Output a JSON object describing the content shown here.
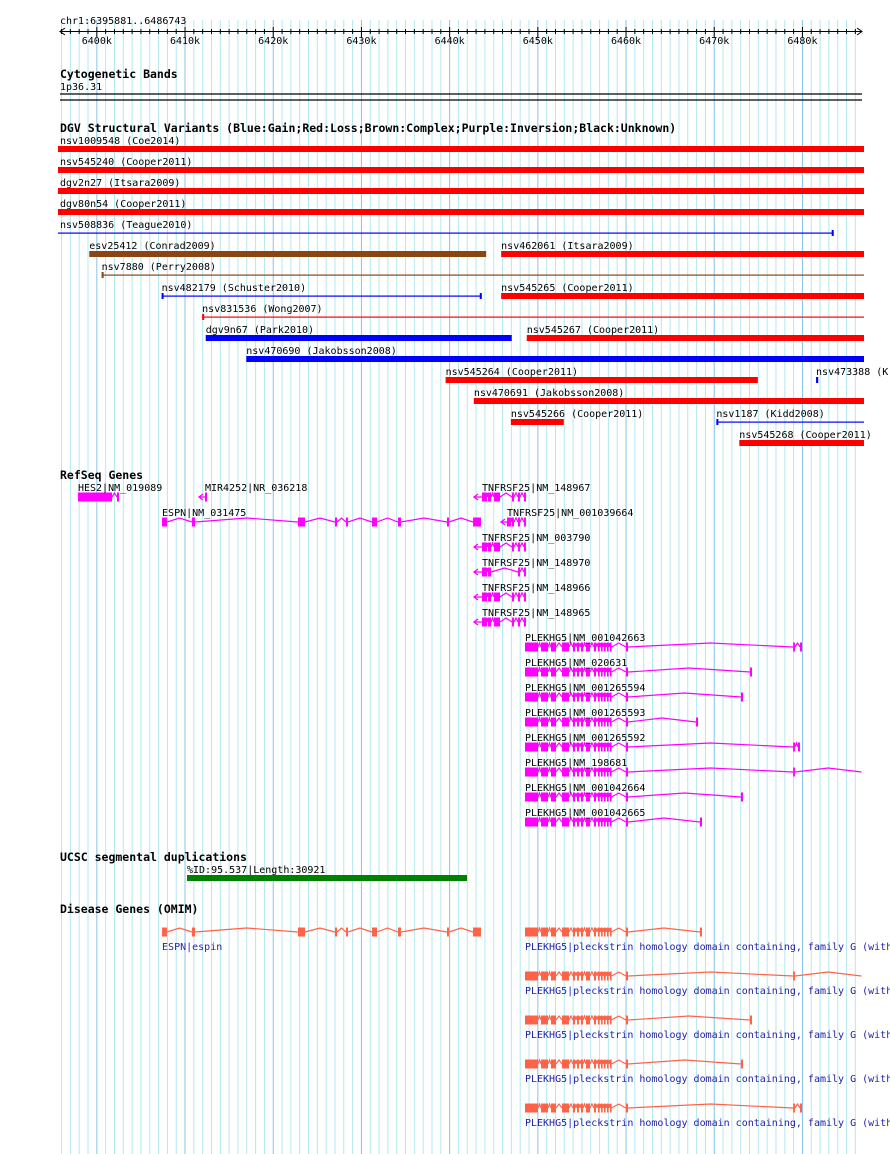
{
  "view": {
    "locus": "chr1:6395881..6486743",
    "start_kb": 6395.881,
    "end_kb": 6486.743
  },
  "ruler": {
    "tick_labels": [
      "6400k",
      "6410k",
      "6420k",
      "6430k",
      "6440k",
      "6450k",
      "6460k",
      "6470k",
      "6480k"
    ]
  },
  "colors": {
    "loss": "#ff0000",
    "gain": "#0000ff",
    "complex": "#8b4513",
    "refseq": "#ff00ff",
    "segdup": "#008000",
    "omim": "#ff6347",
    "omim_label": "#1f1fa8",
    "grid_minor": "#b4e8f0",
    "grid_major": "#84c4ea"
  },
  "tracks": {
    "cyto": {
      "title": "Cytogenetic Bands",
      "band": "1p36.31"
    },
    "dgv": {
      "title": "DGV Structural Variants (Blue:Gain;Red:Loss;Brown:Complex;Purple:Inversion;Black:Unknown)",
      "features": [
        {
          "label": "nsv1009548 (Coe2014)",
          "type": "loss",
          "style": "thick",
          "start_kb": 6395.0,
          "end_kb": 6487.5
        },
        {
          "label": "nsv545240 (Cooper2011)",
          "type": "loss",
          "style": "thick",
          "start_kb": 6395.0,
          "end_kb": 6487.5
        },
        {
          "label": "dgv2n27 (Itsara2009)",
          "type": "loss",
          "style": "thick",
          "start_kb": 6395.0,
          "end_kb": 6487.5
        },
        {
          "label": "dgv80n54 (Cooper2011)",
          "type": "loss",
          "style": "thick",
          "start_kb": 6395.0,
          "end_kb": 6487.5
        },
        {
          "label": "nsv508836 (Teague2010)",
          "type": "gain",
          "style": "thin",
          "start_kb": 6395.0,
          "end_kb": 6483.6
        },
        {
          "label": "esv25412 (Conrad2009)",
          "type": "complex",
          "style": "thick",
          "start_kb": 6399.2,
          "end_kb": 6444.2
        },
        {
          "label": "nsv462061 (Itsara2009)",
          "type": "loss",
          "style": "thick",
          "start_kb": 6445.9,
          "end_kb": 6487.5
        },
        {
          "label": "nsv7880 (Perry2008)",
          "type": "complex",
          "style": "thin",
          "start_kb": 6400.6,
          "end_kb": 6487.5
        },
        {
          "label": "nsv482179 (Schuster2010)",
          "type": "gain",
          "style": "thin",
          "start_kb": 6407.4,
          "end_kb": 6443.7
        },
        {
          "label": "nsv545265 (Cooper2011)",
          "type": "loss",
          "style": "thick",
          "start_kb": 6445.9,
          "end_kb": 6487.5
        },
        {
          "label": "nsv831536 (Wong2007)",
          "type": "loss",
          "style": "thin",
          "start_kb": 6412.0,
          "end_kb": 6487.5
        },
        {
          "label": "dgv9n67 (Park2010)",
          "type": "gain",
          "style": "thick",
          "start_kb": 6412.4,
          "end_kb": 6447.1
        },
        {
          "label": "nsv545267 (Cooper2011)",
          "type": "loss",
          "style": "thick",
          "start_kb": 6448.8,
          "end_kb": 6487.5
        },
        {
          "label": "nsv470690 (Jakobsson2008)",
          "type": "gain",
          "style": "thick",
          "start_kb": 6417.0,
          "end_kb": 6487.5
        },
        {
          "label": "nsv545264 (Cooper2011)",
          "type": "loss",
          "style": "thick",
          "start_kb": 6439.6,
          "end_kb": 6475.0
        },
        {
          "label": "nsv473388 (K",
          "type": "gain",
          "style": "thick",
          "start_kb": 6481.6,
          "end_kb": 6481.85
        },
        {
          "label": "nsv470691 (Jakobsson2008)",
          "type": "loss",
          "style": "thick",
          "start_kb": 6442.8,
          "end_kb": 6487.5
        },
        {
          "label": "nsv545266 (Cooper2011)",
          "type": "loss",
          "style": "thick",
          "start_kb": 6447.0,
          "end_kb": 6453.0
        },
        {
          "label": "nsv1187 (Kidd2008)",
          "type": "gain",
          "style": "thin",
          "start_kb": 6470.3,
          "end_kb": 6487.5
        },
        {
          "label": "nsv545268 (Cooper2011)",
          "type": "loss",
          "style": "thick",
          "start_kb": 6472.9,
          "end_kb": 6487.5
        }
      ]
    },
    "refseq": {
      "title": "RefSeq Genes",
      "plekhg5_core_exons": [
        [
          6448.6,
          6450.08
        ],
        [
          6450.42,
          6451.21
        ],
        [
          6451.55,
          6452.12
        ],
        [
          6452.8,
          6453.59
        ],
        [
          6454.04,
          6454.27
        ],
        [
          6454.5,
          6454.72
        ],
        [
          6454.95,
          6455.18
        ],
        [
          6455.52,
          6455.97
        ],
        [
          6456.42,
          6456.65
        ],
        [
          6456.88,
          6457.05
        ],
        [
          6457.22,
          6457.39
        ],
        [
          6457.56,
          6457.73
        ],
        [
          6457.9,
          6458.07
        ],
        [
          6458.24,
          6458.41
        ],
        [
          6460.05,
          6460.28
        ]
      ],
      "genes": [
        {
          "label": "HES2|NM_019089",
          "strand": "+",
          "exons": [
            [
              6397.92,
              6401.78
            ],
            [
              6402.34,
              6402.57
            ]
          ]
        },
        {
          "label": "MIR4252|NR_036218",
          "strand": "-",
          "tx_start_kb": 6411.64,
          "exons": [
            [
              6412.32,
              6412.55
            ]
          ]
        },
        {
          "label": "TNFRSF25|NM_148967",
          "strand": "-",
          "tx_start_kb": 6442.82,
          "exons": [
            [
              6443.73,
              6444.29
            ],
            [
              6444.41,
              6444.75
            ],
            [
              6445.09,
              6445.77
            ],
            [
              6447.13,
              6447.35
            ],
            [
              6447.81,
              6448.03
            ],
            [
              6448.49,
              6448.71
            ]
          ]
        },
        {
          "label": "ESPN|NM_031475",
          "strand": "+",
          "exons": [
            [
              6407.45,
              6408.01
            ],
            [
              6410.85,
              6411.19
            ],
            [
              6422.86,
              6423.66
            ],
            [
              6427.06,
              6427.29
            ],
            [
              6428.31,
              6428.53
            ],
            [
              6431.25,
              6431.82
            ],
            [
              6434.2,
              6434.54
            ],
            [
              6439.76,
              6439.98
            ],
            [
              6442.71,
              6443.61
            ]
          ]
        },
        {
          "label": "TNFRSF25|NM_001039664",
          "strand": "-",
          "tx_start_kb": 6445.88,
          "exons": [
            [
              6446.56,
              6447.01
            ],
            [
              6447.13,
              6447.35
            ],
            [
              6447.81,
              6448.03
            ],
            [
              6448.49,
              6448.71
            ]
          ]
        },
        {
          "label": "TNFRSF25|NM_003790",
          "strand": "-",
          "tx_start_kb": 6442.82,
          "exons": [
            [
              6443.73,
              6444.29
            ],
            [
              6444.41,
              6444.75
            ],
            [
              6445.09,
              6445.77
            ],
            [
              6447.13,
              6447.35
            ],
            [
              6447.81,
              6448.03
            ],
            [
              6448.49,
              6448.71
            ]
          ]
        },
        {
          "label": "TNFRSF25|NM_148970",
          "strand": "-",
          "tx_start_kb": 6442.82,
          "exons": [
            [
              6443.73,
              6444.29
            ],
            [
              6444.41,
              6444.75
            ],
            [
              6447.81,
              6448.03
            ],
            [
              6448.49,
              6448.71
            ]
          ]
        },
        {
          "label": "TNFRSF25|NM_148966",
          "strand": "-",
          "tx_start_kb": 6442.82,
          "exons": [
            [
              6443.73,
              6444.29
            ],
            [
              6444.41,
              6444.75
            ],
            [
              6445.09,
              6445.77
            ],
            [
              6447.13,
              6447.35
            ],
            [
              6447.81,
              6448.03
            ],
            [
              6448.49,
              6448.71
            ]
          ]
        },
        {
          "label": "TNFRSF25|NM_148965",
          "strand": "-",
          "tx_start_kb": 6442.82,
          "exons": [
            [
              6443.73,
              6444.29
            ],
            [
              6444.41,
              6444.75
            ],
            [
              6445.09,
              6445.77
            ],
            [
              6447.13,
              6447.35
            ],
            [
              6447.81,
              6448.03
            ],
            [
              6448.49,
              6448.71
            ]
          ]
        },
        {
          "label": "PLEKHG5|NM_001042663",
          "strand": "+",
          "core": true,
          "exons": [
            [
              6479.0,
              6479.21
            ],
            [
              6479.78,
              6480.01
            ]
          ]
        },
        {
          "label": "PLEKHG5|NM_020631",
          "strand": "+",
          "core": true,
          "exons": [
            [
              6474.11,
              6474.34
            ]
          ]
        },
        {
          "label": "PLEKHG5|NM_001265594",
          "strand": "+",
          "core": true,
          "exons": [
            [
              6473.09,
              6473.32
            ]
          ]
        },
        {
          "label": "PLEKHG5|NM_001265593",
          "strand": "+",
          "core": true,
          "exons": [
            [
              6467.99,
              6468.22
            ]
          ]
        },
        {
          "label": "PLEKHG5|NM_001265592",
          "strand": "+",
          "core": true,
          "exons": [
            [
              6479.0,
              6479.21
            ],
            [
              6479.55,
              6479.78
            ]
          ]
        },
        {
          "label": "PLEKHG5|NM_198681",
          "strand": "+",
          "core": true,
          "tx_end_kb": 6486.74,
          "exons": [
            [
              6479.0,
              6479.21
            ]
          ]
        },
        {
          "label": "PLEKHG5|NM_001042664",
          "strand": "+",
          "core": true,
          "exons": [
            [
              6473.09,
              6473.32
            ]
          ]
        },
        {
          "label": "PLEKHG5|NM_001042665",
          "strand": "+",
          "core": true,
          "exons": [
            [
              6468.44,
              6468.67
            ]
          ]
        }
      ]
    },
    "segdup": {
      "title": "UCSC segmental duplications",
      "features": [
        {
          "label": "%ID:95.537|Length:30921",
          "start_kb": 6410.28,
          "end_kb": 6442.03
        }
      ]
    },
    "omim": {
      "title": "Disease Genes (OMIM)",
      "features": [
        {
          "label": "ESPN|espin",
          "transcript": "ESPN|NM_031475"
        },
        {
          "label": "PLEKHG5|pleckstrin homology domain containing, family G (with",
          "transcript": "PLEKHG5|NM_001042665"
        },
        {
          "label": "PLEKHG5|pleckstrin homology domain containing, family G (with",
          "transcript": "PLEKHG5|NM_198681"
        },
        {
          "label": "PLEKHG5|pleckstrin homology domain containing, family G (with",
          "transcript": "PLEKHG5|NM_020631"
        },
        {
          "label": "PLEKHG5|pleckstrin homology domain containing, family G (with",
          "transcript": "PLEKHG5|NM_001265594"
        },
        {
          "label": "PLEKHG5|pleckstrin homology domain containing, family G (with",
          "transcript": "PLEKHG5|NM_001042663"
        }
      ]
    }
  }
}
